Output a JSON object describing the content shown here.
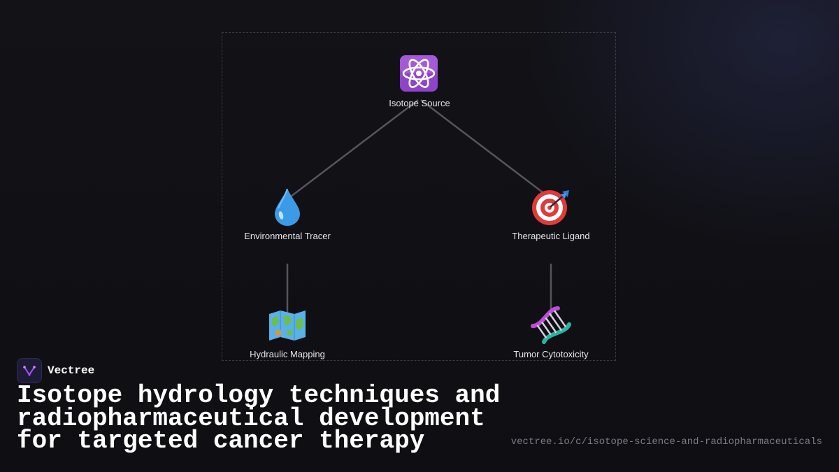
{
  "diagram": {
    "nodes": [
      {
        "id": "isotope_source",
        "label": "Isotope Source",
        "icon": "atom-icon"
      },
      {
        "id": "environmental_tracer",
        "label": "Environmental Tracer",
        "icon": "water-drop-icon"
      },
      {
        "id": "therapeutic_ligand",
        "label": "Therapeutic Ligand",
        "icon": "target-icon"
      },
      {
        "id": "hydraulic_mapping",
        "label": "Hydraulic Mapping",
        "icon": "world-map-icon"
      },
      {
        "id": "tumor_cytotoxicity",
        "label": "Tumor Cytotoxicity",
        "icon": "dna-icon"
      }
    ],
    "edges": [
      {
        "from": "isotope_source",
        "to": "environmental_tracer"
      },
      {
        "from": "isotope_source",
        "to": "therapeutic_ligand"
      },
      {
        "from": "environmental_tracer",
        "to": "hydraulic_mapping"
      },
      {
        "from": "therapeutic_ligand",
        "to": "tumor_cytotoxicity"
      }
    ]
  },
  "brand": {
    "name": "Vectree",
    "accent": "#a855f7"
  },
  "title": "Isotope hydrology techniques and radiopharmaceutical development for targeted cancer therapy",
  "url": "vectree.io/c/isotope-science-and-radiopharmaceuticals",
  "colors": {
    "background": "#111116",
    "edge": "#55555c",
    "frame": "#3a3a42"
  }
}
